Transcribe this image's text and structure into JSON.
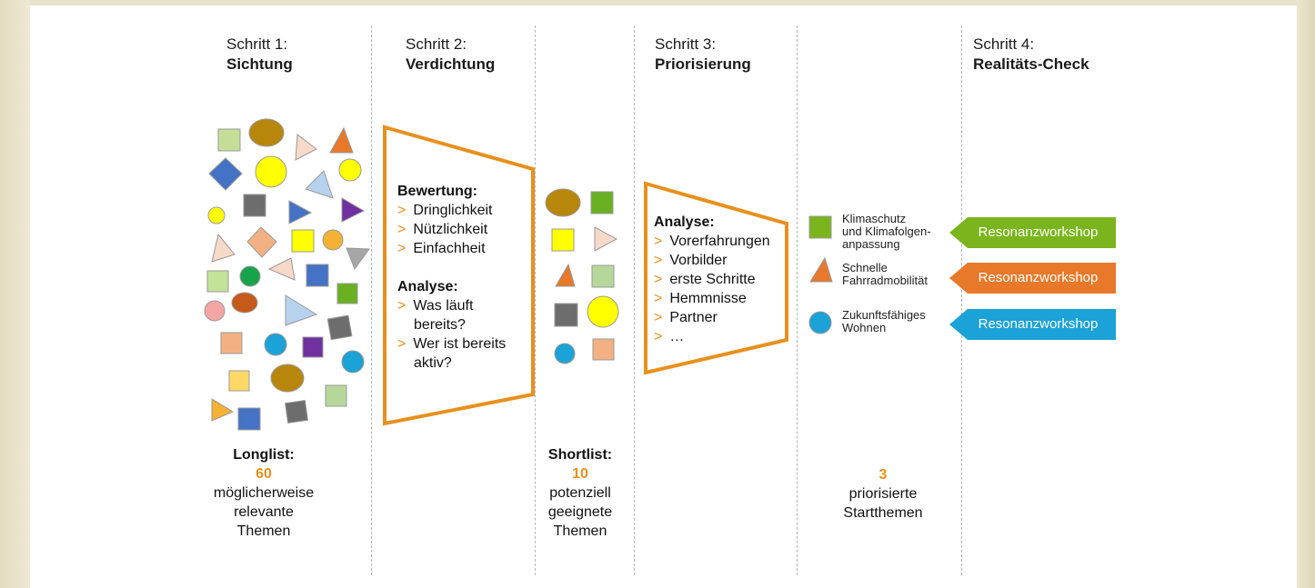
{
  "steps": [
    {
      "label": "Schritt 1:",
      "name": "Sichtung"
    },
    {
      "label": "Schritt 2:",
      "name": "Verdichtung"
    },
    {
      "label": "Schritt 3:",
      "name": "Priorisierung"
    },
    {
      "label": "Schritt 4:",
      "name": "Realitäts-Check"
    }
  ],
  "funnel1": {
    "bewertung_title": "Bewertung:",
    "bewertung_items": [
      "Dringlichkeit",
      "Nützlichkeit",
      "Einfachheit"
    ],
    "analyse_title": "Analyse:",
    "analyse_items": [
      [
        "Was läuft",
        "bereits?"
      ],
      [
        "Wer ist bereits",
        "aktiv?"
      ]
    ]
  },
  "funnel2": {
    "analyse_title": "Analyse:",
    "analyse_items": [
      "Vorerfahrungen",
      "Vorbilder",
      "erste Schritte",
      "Hemmnisse",
      "Partner",
      "…"
    ]
  },
  "longlist": {
    "title": "Longlist:",
    "count": "60",
    "lines": [
      "möglicherweise",
      "relevante",
      "Themen"
    ]
  },
  "shortlist": {
    "title": "Shortlist:",
    "count": "10",
    "lines": [
      "potenziell",
      "geeignete",
      "Themen"
    ]
  },
  "prioritized": {
    "count": "3",
    "lines": [
      "priorisierte",
      "Startthemen"
    ]
  },
  "topics": [
    {
      "lines": [
        "Klimaschutz",
        "und Klimafolgen-",
        "anpassung"
      ],
      "shape": "square",
      "color": "#7ab51d"
    },
    {
      "lines": [
        "Schnelle",
        "Fahrradmobilität"
      ],
      "shape": "triangle",
      "color": "#e8792a"
    },
    {
      "lines": [
        "Zukunftsfähiges",
        "Wohnen"
      ],
      "shape": "circle",
      "color": "#1ba2d6"
    }
  ],
  "workshop_buttons": [
    {
      "label": "Resonanzworkshop",
      "color": "#7ab51d"
    },
    {
      "label": "Resonanzworkshop",
      "color": "#e8792a"
    },
    {
      "label": "Resonanzworkshop",
      "color": "#1ba2d6"
    }
  ],
  "colors": {
    "accent": "#e8901d",
    "funnel_border": "#e8901d",
    "divider": "#b5b5b5"
  }
}
